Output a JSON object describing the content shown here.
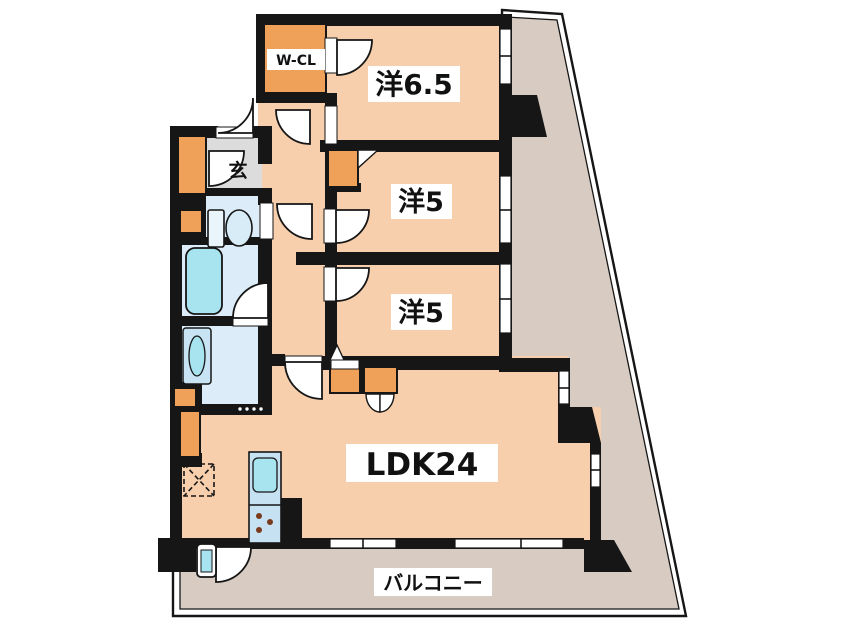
{
  "plan": {
    "labels": {
      "room_65": "洋6.5",
      "room_5_upper": "洋5",
      "room_5_lower": "洋5",
      "ldk": "LDK24",
      "balcony": "バルコニー",
      "walk_in_closet": "W-CL",
      "entrance": "玄"
    },
    "colors": {
      "wall": "#161616",
      "room": "#f7cfad",
      "balcony": "#d7cbc2",
      "closet": "#f0a159",
      "entrance_floor": "#dcdcdc",
      "wet_room": "#dcecf8",
      "fixture": "#a8e3f0",
      "kitchen": "#c5e1f2",
      "burner": "#7a3a1c",
      "label_bg": "#ffffff"
    }
  }
}
